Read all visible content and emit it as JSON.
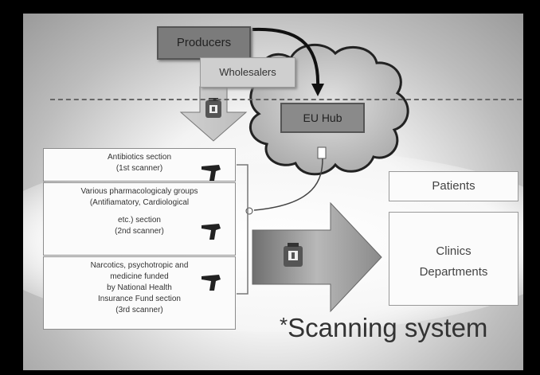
{
  "diagram": {
    "producers": "Producers",
    "wholesalers": "Wholesalers",
    "eu_hub": "EU Hub",
    "sections": [
      {
        "line1": "Antibiotics section",
        "line2": "(1st scanner)"
      },
      {
        "line1": "Various pharmacologicaly groups",
        "line2": "(Antifiamatory, Cardiological",
        "line3": "etc.) section",
        "line4": "(2nd scanner)"
      },
      {
        "line1": "Narcotics, psychotropic and",
        "line2": "medicine funded",
        "line3": "by National Health",
        "line4": "Insurance Fund section",
        "line5": "(3rd scanner)"
      }
    ],
    "patients": "Patients",
    "clinics": "Clinics",
    "departments": "Departments",
    "title_star": "*",
    "title": "Scanning system"
  },
  "colors": {
    "box_dark": "#7b7b7b",
    "box_light": "#cfcfcf",
    "arrow": "#8f8f8f",
    "cloud": "#b5b5b5"
  },
  "icons": [
    "scanner-gun-icon",
    "medicine-bottle-icon",
    "cloud-shape",
    "curved-arrow"
  ]
}
